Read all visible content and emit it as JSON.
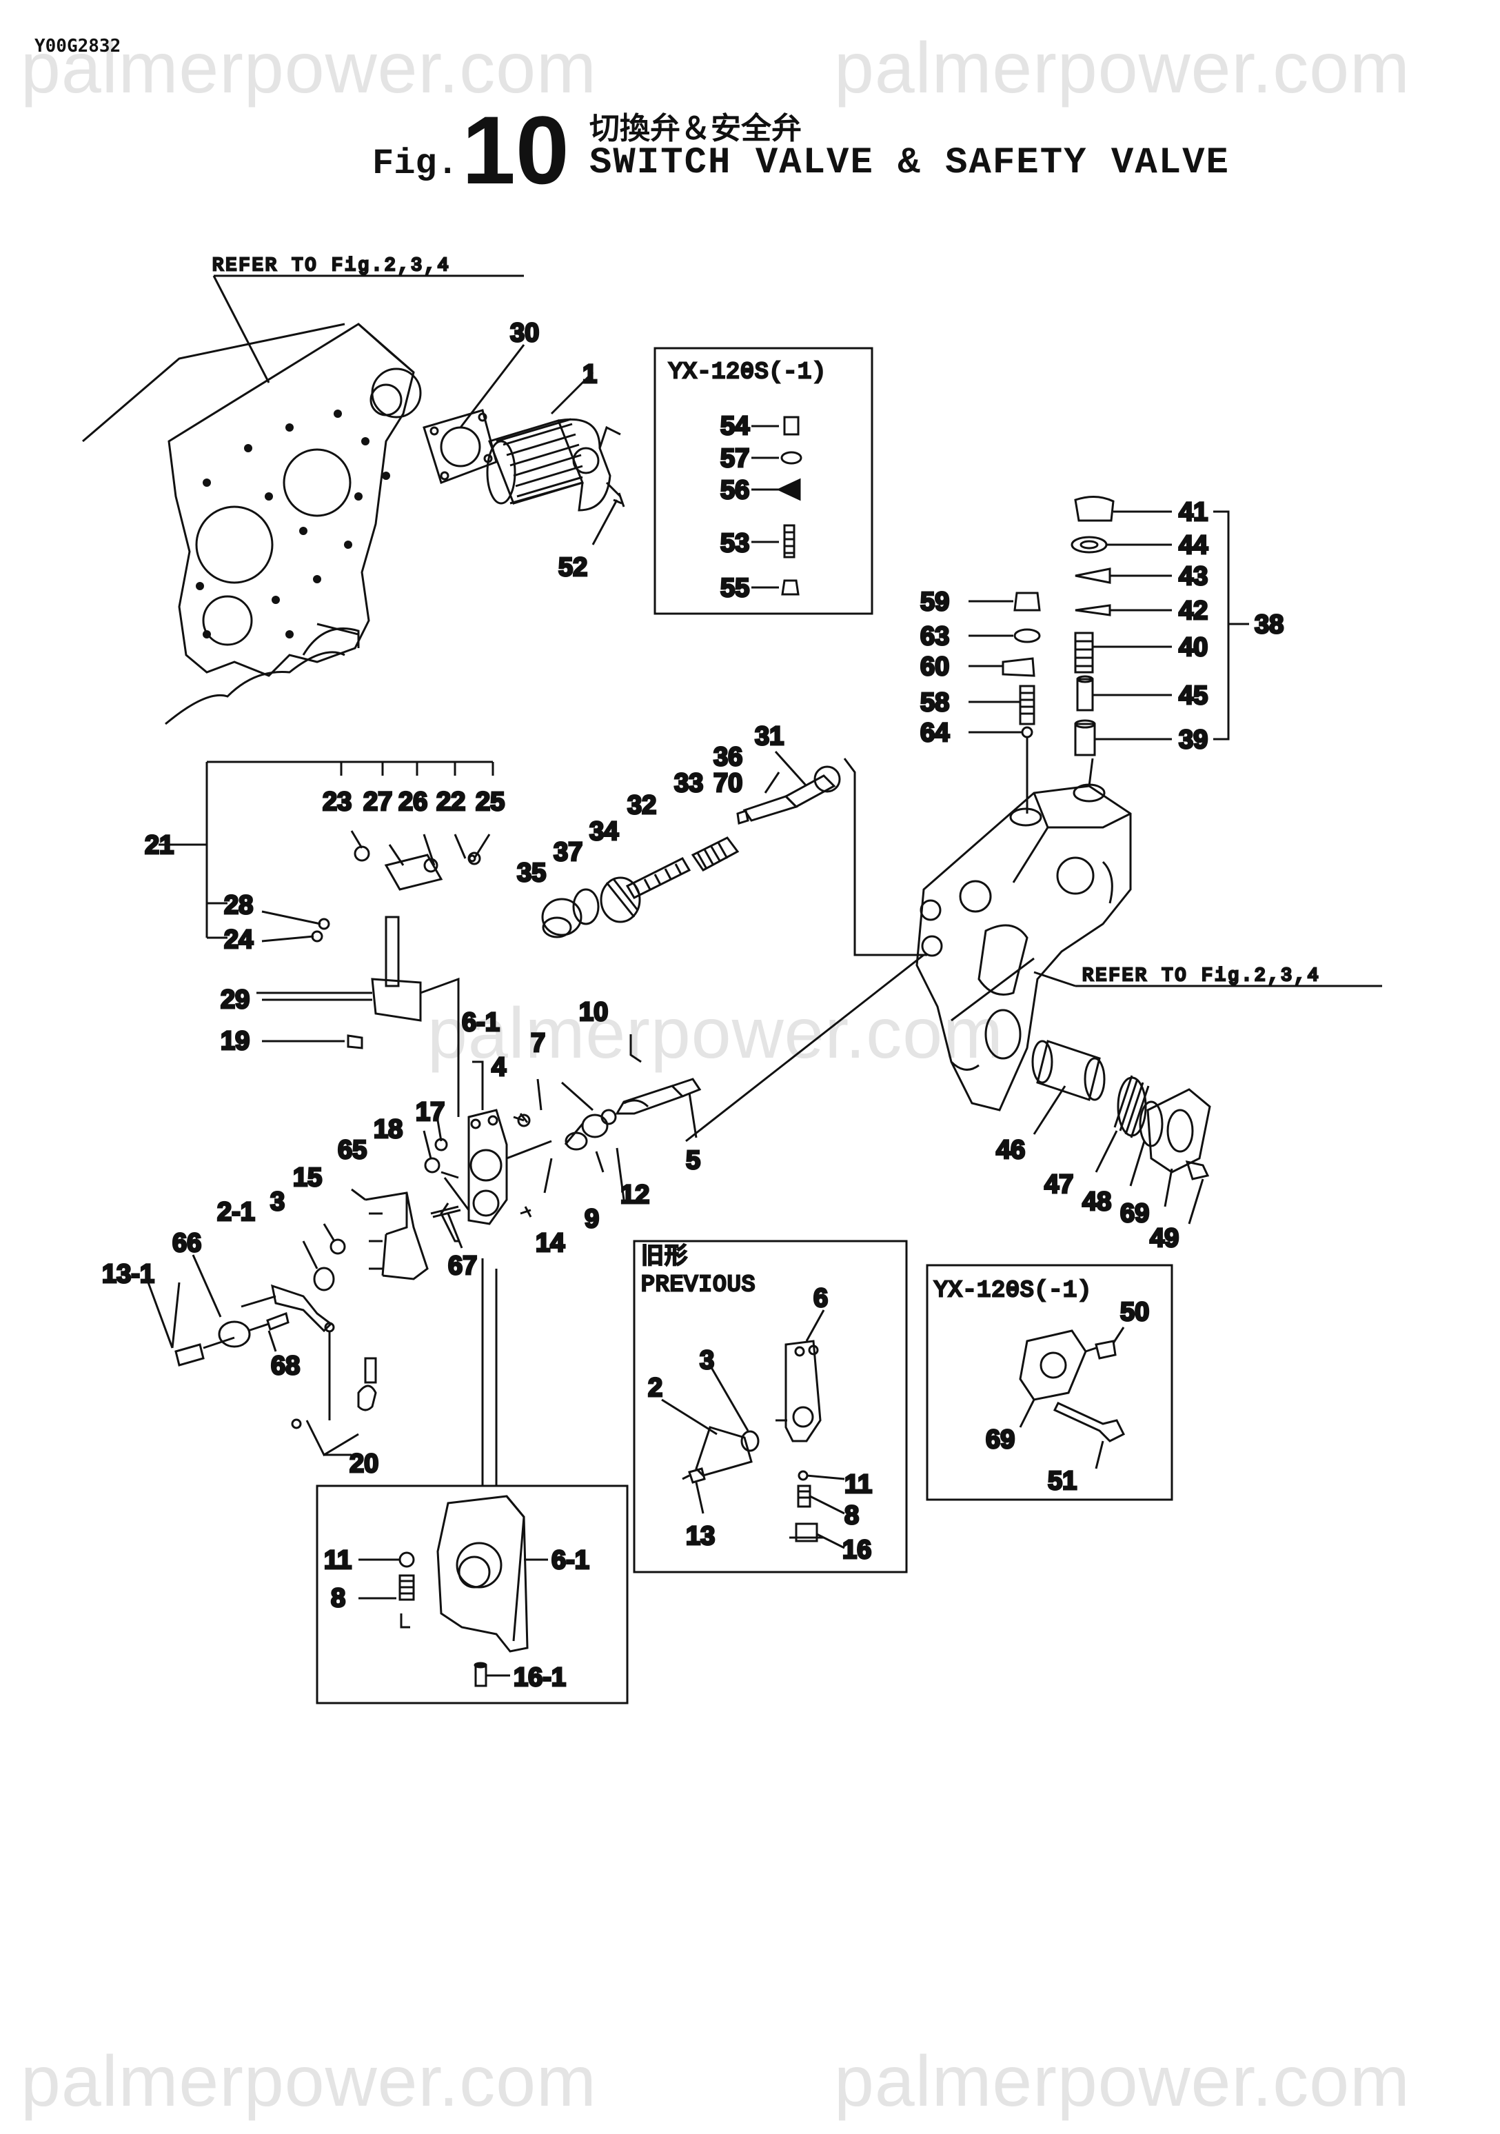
{
  "document_id": "Y00G2832",
  "watermark": "palmerpower.com",
  "figure": {
    "prefix": "Fig.",
    "number": "10",
    "title_jp": "切換弁＆安全弁",
    "title_en": "SWITCH VALVE & SAFETY VALVE"
  },
  "references": {
    "top_left": "REFER TO Fig.2,3,4",
    "right": "REFER TO Fig.2,3,4"
  },
  "inset_boxes": {
    "yx_top": {
      "title": "YX-120S(-1)",
      "parts": [
        "54",
        "57",
        "56",
        "53",
        "55"
      ]
    },
    "previous": {
      "title_jp": "旧形",
      "title_en": "PREVIOUS",
      "parts": [
        "6",
        "2",
        "3",
        "11",
        "8",
        "13",
        "16"
      ]
    },
    "yx_bottom": {
      "title": "YX-120S(-1)",
      "parts": [
        "50",
        "69",
        "51"
      ]
    },
    "detail": {
      "parts": [
        "11",
        "8",
        "6-1",
        "16-1"
      ]
    }
  },
  "part_labels": {
    "p1": "1",
    "p30": "30",
    "p52": "52",
    "p41": "41",
    "p44": "44",
    "p43": "43",
    "p42": "42",
    "p40": "40",
    "p45": "45",
    "p39": "39",
    "p38": "38",
    "p59": "59",
    "p63": "63",
    "p60": "60",
    "p58": "58",
    "p64": "64",
    "p31": "31",
    "p36": "36",
    "p70": "70",
    "p33": "33",
    "p32": "32",
    "p34": "34",
    "p37": "37",
    "p35": "35",
    "p21": "21",
    "p23": "23",
    "p27": "27",
    "p26": "26",
    "p22": "22",
    "p25": "25",
    "p28": "28",
    "p24": "24",
    "p29": "29",
    "p19": "19",
    "p6_1": "6-1",
    "p4": "4",
    "p7": "7",
    "p10": "10",
    "p5": "5",
    "p12": "12",
    "p9": "9",
    "p14": "14",
    "p17": "17",
    "p18": "18",
    "p65": "65",
    "p15": "15",
    "p3": "3",
    "p2_1": "2-1",
    "p66": "66",
    "p13_1": "13-1",
    "p68": "68",
    "p20": "20",
    "p67": "67",
    "p46": "46",
    "p47": "47",
    "p48": "48",
    "p69": "69",
    "p49": "49"
  }
}
